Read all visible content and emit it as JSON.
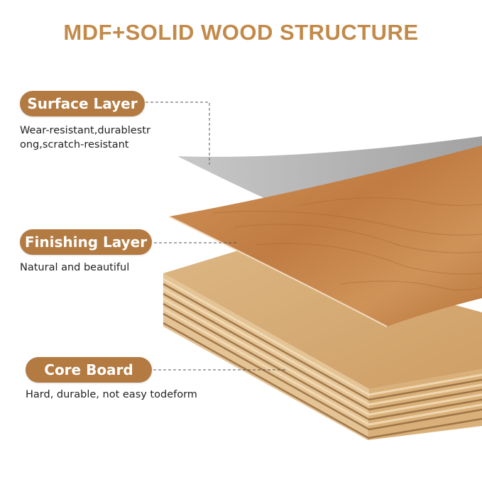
{
  "title": "MDF+SOLID WOOD STRUCTURE",
  "colors": {
    "accent": "#c28a4a",
    "pill": "#b37a41",
    "surface_sheet": "#aeaeae",
    "veneer": "#c7884d",
    "core_board": "#d7b07e"
  },
  "layers": [
    {
      "label": "Surface Layer",
      "description": "Wear-resistant,durablestr\nong,scratch-resistant"
    },
    {
      "label": "Finishing Layer",
      "description": "Natural and beautiful"
    },
    {
      "label": "Core Board",
      "description": "Hard, durable, not easy todeform"
    }
  ]
}
